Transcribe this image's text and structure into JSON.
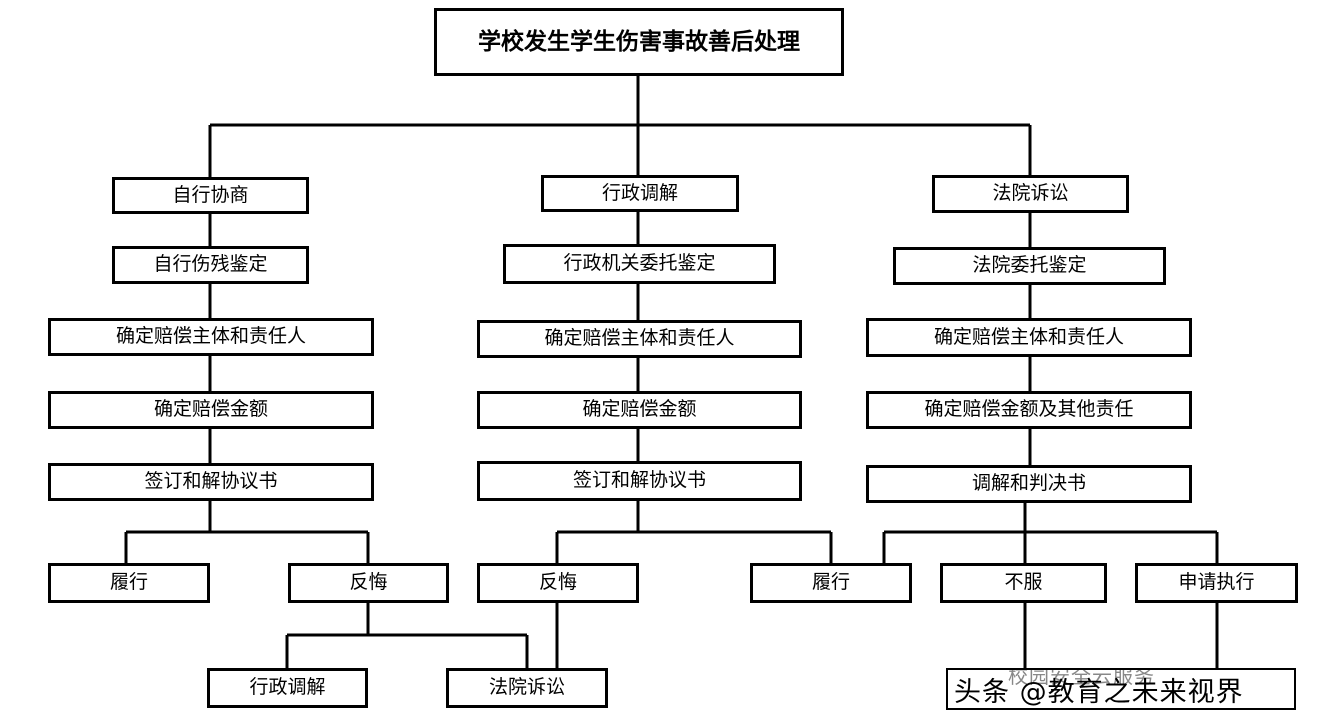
{
  "title": "学校发生学生伤害事故善后处理",
  "columns": {
    "left": {
      "path": "自行协商",
      "appraisal": "自行伤残鉴定",
      "subject": "确定赔偿主体和责任人",
      "amount": "确定赔偿金额",
      "agreement": "签订和解协议书",
      "perform": "履行",
      "regret": "反悔",
      "regret_options": [
        "行政调解",
        "法院诉讼"
      ]
    },
    "middle": {
      "path": "行政调解",
      "appraisal": "行政机关委托鉴定",
      "subject": "确定赔偿主体和责任人",
      "amount": "确定赔偿金额",
      "agreement": "签订和解协议书",
      "perform": "履行",
      "regret": "反悔"
    },
    "right": {
      "path": "法院诉讼",
      "appraisal": "法院委托鉴定",
      "subject": "确定赔偿主体和责任人",
      "amount": "确定赔偿金额及其他责任",
      "judgment": "调解和判决书",
      "disagree": "不服",
      "enforce": "申请执行"
    }
  },
  "watermark": {
    "text": "头条 @教育之未来视界",
    "ghost_text": "校园安全云服务"
  }
}
